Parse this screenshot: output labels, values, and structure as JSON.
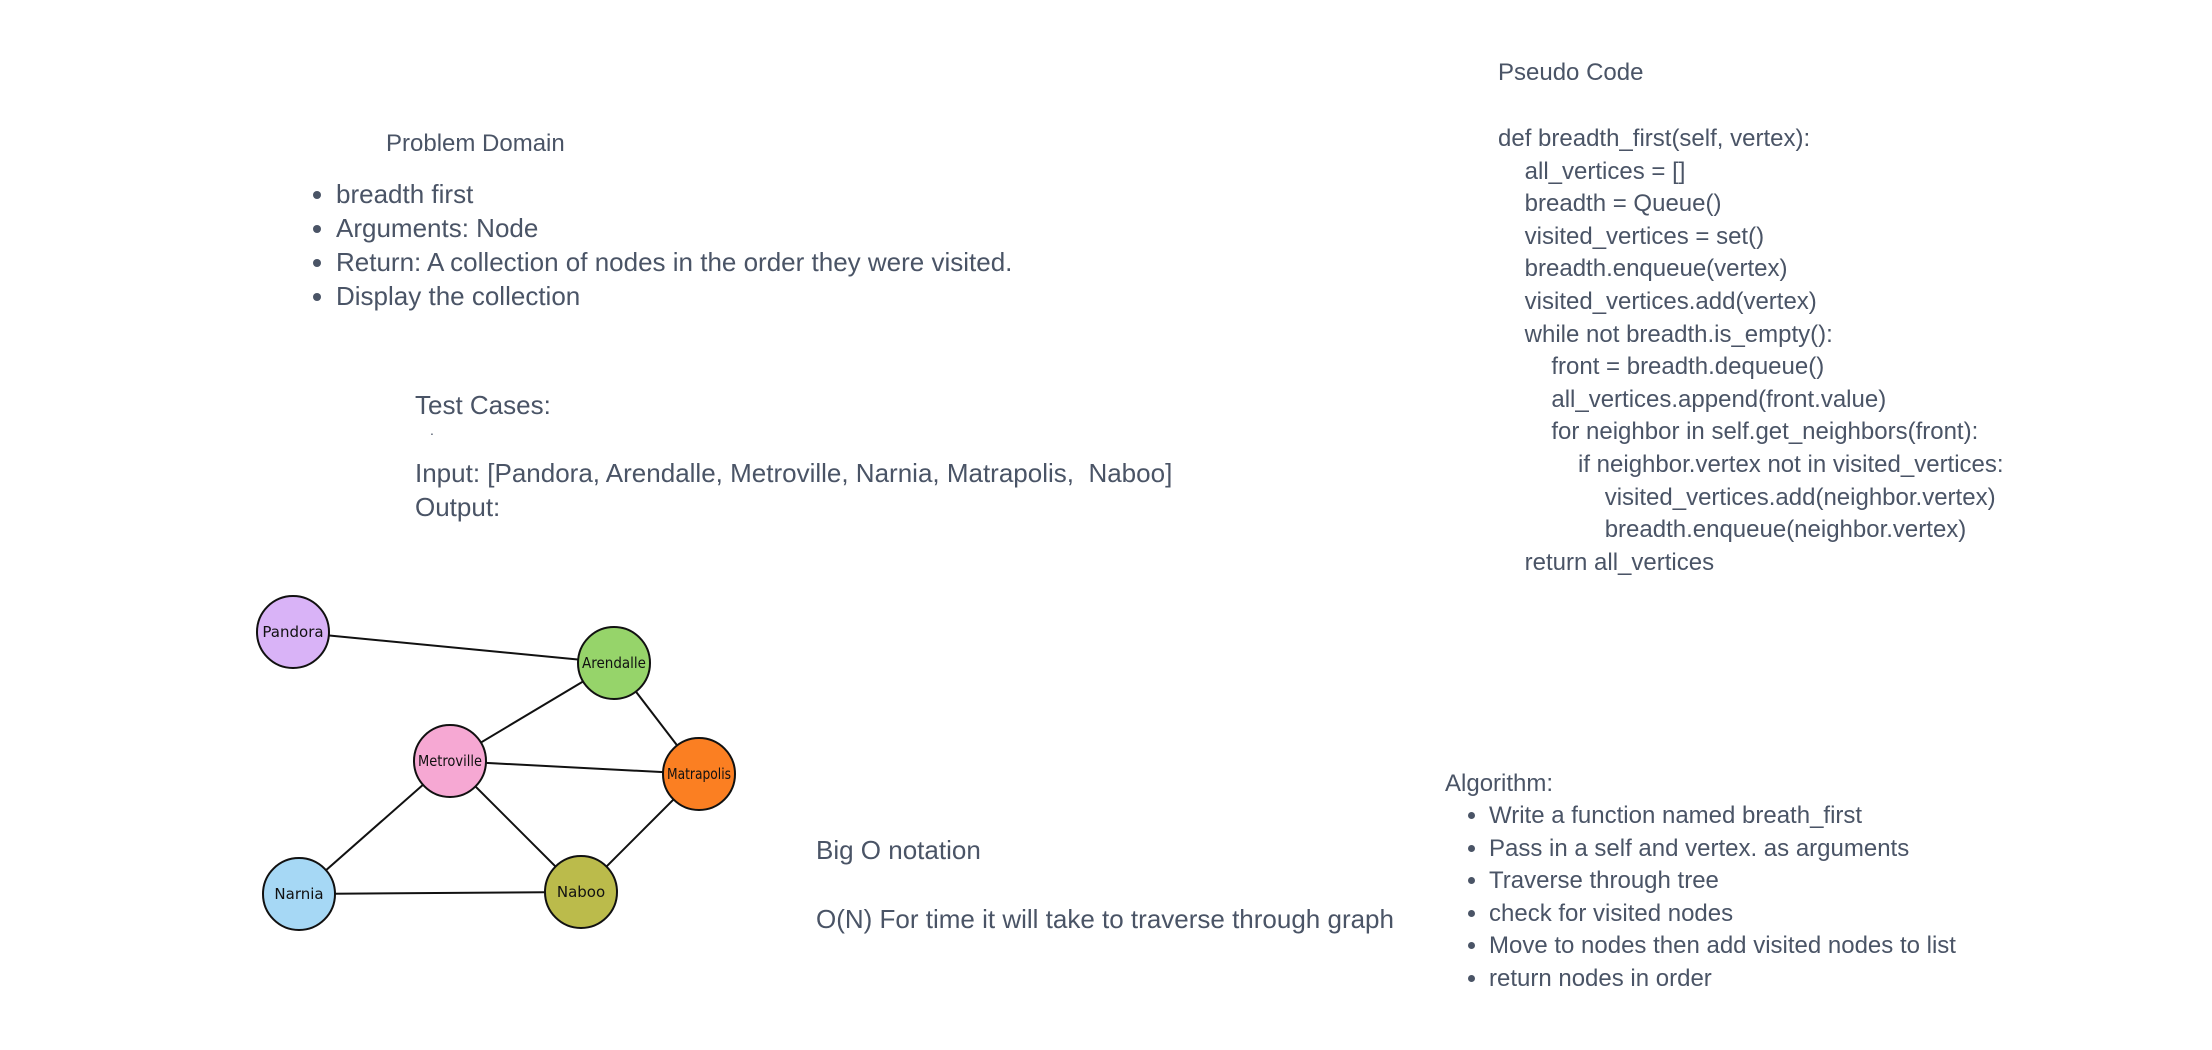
{
  "problem_domain": {
    "title": "Problem Domain",
    "items": [
      "breadth first",
      "Arguments: Node",
      "Return: A collection of nodes in the order they were visited.",
      "Display the collection"
    ]
  },
  "test_cases": {
    "title": "Test Cases:",
    "dot": ".",
    "input": "Input: [Pandora, Arendalle, Metroville, Narnia, Matrapolis,  Naboo]",
    "output": "Output:"
  },
  "pseudo_code": {
    "title": "Pseudo Code",
    "lines": [
      "def breadth_first(self, vertex):",
      "    all_vertices = []",
      "    breadth = Queue()",
      "    visited_vertices = set()",
      "    breadth.enqueue(vertex)",
      "    visited_vertices.add(vertex)",
      "",
      "    while not breadth.is_empty():",
      "        front = breadth.dequeue()",
      "        all_vertices.append(front.value)",
      "",
      "        for neighbor in self.get_neighbors(front):",
      "            if neighbor.vertex not in visited_vertices:",
      "                visited_vertices.add(neighbor.vertex)",
      "                breadth.enqueue(neighbor.vertex)",
      "    return all_vertices"
    ]
  },
  "big_o": {
    "title": "Big O notation",
    "text": "O(N) For time it will take to traverse through graph"
  },
  "algorithm": {
    "title": "Algorithm:",
    "items": [
      "Write a function named breath_first",
      "Pass in a self and vertex. as arguments",
      "Traverse through tree",
      "check for visited nodes",
      "Move to nodes then add visited nodes to list",
      "return nodes in order"
    ]
  },
  "graph": {
    "nodes": [
      {
        "id": "pandora",
        "label": "Pandora",
        "color": "#d9b3f7"
      },
      {
        "id": "arendalle",
        "label": "Arendalle",
        "color": "#96d46a"
      },
      {
        "id": "metroville",
        "label": "Metroville",
        "color": "#f6a8d3"
      },
      {
        "id": "matrapolis",
        "label": "Matrapolis",
        "color": "#fb7f22"
      },
      {
        "id": "narnia",
        "label": "Narnia",
        "color": "#a6d8f5"
      },
      {
        "id": "naboo",
        "label": "Naboo",
        "color": "#bbbb4b"
      }
    ],
    "edges": [
      [
        "pandora",
        "arendalle"
      ],
      [
        "arendalle",
        "metroville"
      ],
      [
        "arendalle",
        "matrapolis"
      ],
      [
        "metroville",
        "matrapolis"
      ],
      [
        "metroville",
        "narnia"
      ],
      [
        "metroville",
        "naboo"
      ],
      [
        "matrapolis",
        "naboo"
      ],
      [
        "narnia",
        "naboo"
      ]
    ]
  }
}
